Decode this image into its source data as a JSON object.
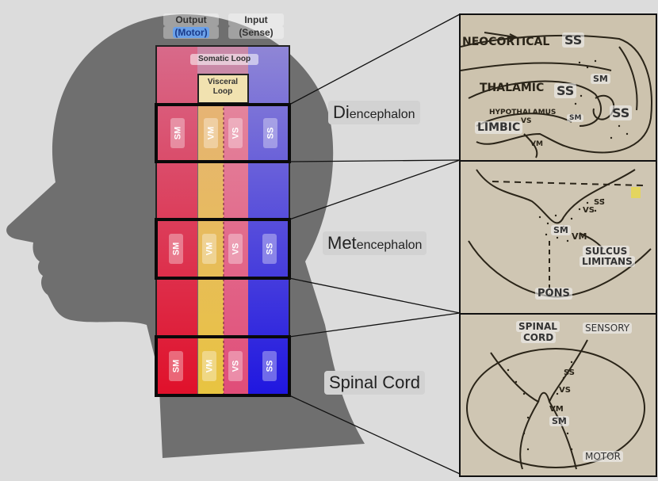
{
  "column_headers": {
    "output": "Output",
    "output_sub": "(Motor)",
    "input": "Input",
    "input_sub": "(Sense)"
  },
  "loops": {
    "somatic": "Somatic Loop",
    "visceral": "Visceral Loop"
  },
  "levels": [
    {
      "prefix": "Di",
      "suffix": "encephalon",
      "chips": [
        "SM",
        "VM",
        "VS",
        "SS"
      ]
    },
    {
      "prefix": "Met",
      "suffix": "encephalon",
      "chips": [
        "SM",
        "VM",
        "VS",
        "SS"
      ]
    },
    {
      "prefix": "Spinal Cord",
      "suffix": "",
      "chips": [
        "SM",
        "VM",
        "VS",
        "SS"
      ]
    }
  ],
  "panels": {
    "diencephalon": {
      "neocortical": "NEOCORTICAL",
      "ss_top": "SS",
      "thalamic": "THALAMIC",
      "ss_mid": "SS",
      "sm_right": "SM",
      "hypothalamus": "HYPOTHALAMUS",
      "vs": "VS",
      "sm_small": "SM",
      "ss_right": "SS",
      "limbic": "LIMBIC",
      "vm": "VM"
    },
    "metencephalon": {
      "ss": "SS",
      "vs": "VS",
      "sm": "SM",
      "vm": "VM",
      "sulcus": "SULCUS",
      "limitans": "LIMITANS",
      "pons": "PONS"
    },
    "spinal": {
      "spinal": "SPINAL",
      "cord": "CORD",
      "sensory": "SENSORY",
      "ss": "SS",
      "vs": "VS",
      "vm": "VM",
      "sm": "SM",
      "motor": "MOTOR"
    }
  },
  "colors": {
    "head": "#6f6f6f",
    "motor_red": "#e0182e",
    "visceral_yellow": "#e7c84a",
    "visceral_pink": "#e0567a",
    "sensory_blue": "#2a1ee0",
    "panel_bg": "#cfc6b3"
  }
}
